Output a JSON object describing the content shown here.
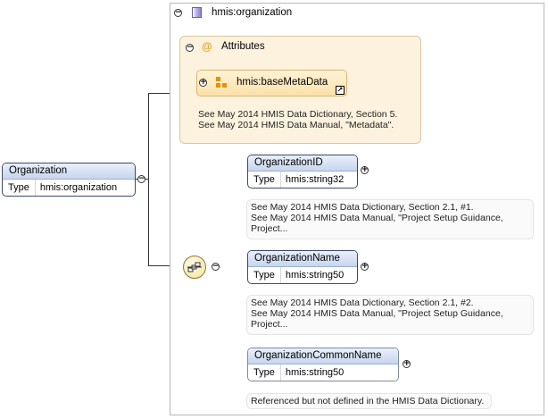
{
  "root": {
    "name": "Organization",
    "type_label": "Type",
    "type_value": "hmis:organization"
  },
  "complex_type": {
    "name": "hmis:organization",
    "attributes_label": "Attributes",
    "attribute_group": {
      "name": "hmis:baseMetaData",
      "doc_line1": "See May 2014 HMIS Data Dictionary, Section 5.",
      "doc_line2": "See May 2014 HMIS Data Manual, \"Metadata\"."
    }
  },
  "elements": [
    {
      "name": "OrganizationID",
      "type_label": "Type",
      "type_value": "hmis:string32",
      "doc_line1": "See May 2014 HMIS Data Dictionary, Section 2.1, #1.",
      "doc_line2": "See May 2014 HMIS Data Manual, \"Project Setup Guidance,",
      "doc_line3": "Project..."
    },
    {
      "name": "OrganizationName",
      "type_label": "Type",
      "type_value": "hmis:string50",
      "doc_line1": "See May 2014 HMIS Data Dictionary, Section 2.1, #2.",
      "doc_line2": "See May 2014 HMIS Data Manual, \"Project Setup Guidance,",
      "doc_line3": "Project..."
    },
    {
      "name": "OrganizationCommonName",
      "type_label": "Type",
      "type_value": "hmis:string50",
      "doc_line1": "Referenced but not defined in the HMIS Data Dictionary."
    }
  ],
  "icons": {
    "collapse": "−",
    "expand": "+",
    "attribute": "@",
    "reference": "↗"
  },
  "colors": {
    "element_header": "#c7d5ee",
    "attribute_panel": "#fdf2de",
    "attribute_group": "#fbe1a9",
    "compositor": "#f5e39a"
  }
}
